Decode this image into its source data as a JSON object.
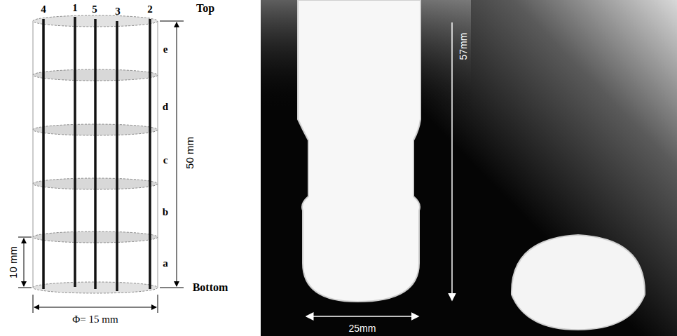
{
  "diagram": {
    "labels": [
      "4",
      "1",
      "5",
      "3",
      "2",
      "Top",
      "e",
      "d",
      "c",
      "b",
      "a",
      "50 mm",
      "10 mm",
      "Bottom",
      "Φ= 15 mm",
      "57mm",
      "25mm"
    ]
  }
}
